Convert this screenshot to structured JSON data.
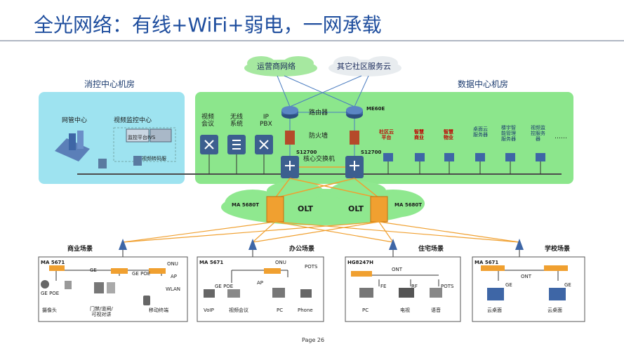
{
  "title": "全光网络：有线+WiFi+弱电，一网承载",
  "rooms": {
    "fire_control": "消控中心机房",
    "data_center": "数据中心机房"
  },
  "clouds": {
    "operator": "运营商网络",
    "community": "其它社区服务云"
  },
  "fire_control": {
    "nms": "网管中心",
    "video_monitor": "视频监控中心",
    "monitor_platform": "监控平台IVS",
    "video_storage": "视频转码服"
  },
  "data_center": {
    "services": [
      "视频\n会议",
      "无线\n系统",
      "IP\nPBX"
    ],
    "router": "路由器",
    "router_model": "ME60E",
    "firewall": "防火墙",
    "core_switch": "核心交换机",
    "switch_models": [
      "S12700",
      "S12700"
    ],
    "red_servers": [
      "社区云\n平台",
      "智慧\n商业",
      "智慧\n物业"
    ],
    "blue_servers": [
      "桌面云\n服务器",
      "楼宇智\n能管理\n服务器",
      "视频监\n控服务\n器"
    ],
    "ellipsis": "……"
  },
  "olt": {
    "label": "OLT",
    "models": [
      "MA 5680T",
      "MA 5680T"
    ]
  },
  "scenes": [
    {
      "name": "商业场景",
      "model": "MA 5671",
      "labels": [
        "GE",
        "GE POE",
        "GE POE",
        "ONU",
        "AP",
        "WLAN"
      ],
      "endpoints": [
        "摄像头",
        "门禁/道闸/\n可视对讲",
        "移动终端"
      ]
    },
    {
      "name": "办公场景",
      "model": "MA 5671",
      "labels": [
        "ONU",
        "GE POE",
        "AP",
        "POTS"
      ],
      "endpoints": [
        "VoIP",
        "视频会议",
        "PC",
        "Phone"
      ]
    },
    {
      "name": "住宅场景",
      "model": "HG8247H",
      "labels": [
        "ONT",
        "FE",
        "RF",
        "POTS"
      ],
      "endpoints": [
        "PC",
        "电视",
        "语音"
      ]
    },
    {
      "name": "学校场景",
      "model": "MA 5671",
      "labels": [
        "ONT",
        "GE",
        "GE"
      ],
      "endpoints": [
        "云桌面",
        "云桌面"
      ]
    }
  ],
  "page": "Page 26",
  "colors": {
    "title": "#1f4e9e",
    "fire_room": "#9ee3f0",
    "data_room": "#8ce68c",
    "cloud": "#9ee89e",
    "olt_cloud": "#8fe88f",
    "link_blue": "#4a7cc0",
    "link_orange": "#f0a030",
    "server_red": "#c00000"
  }
}
